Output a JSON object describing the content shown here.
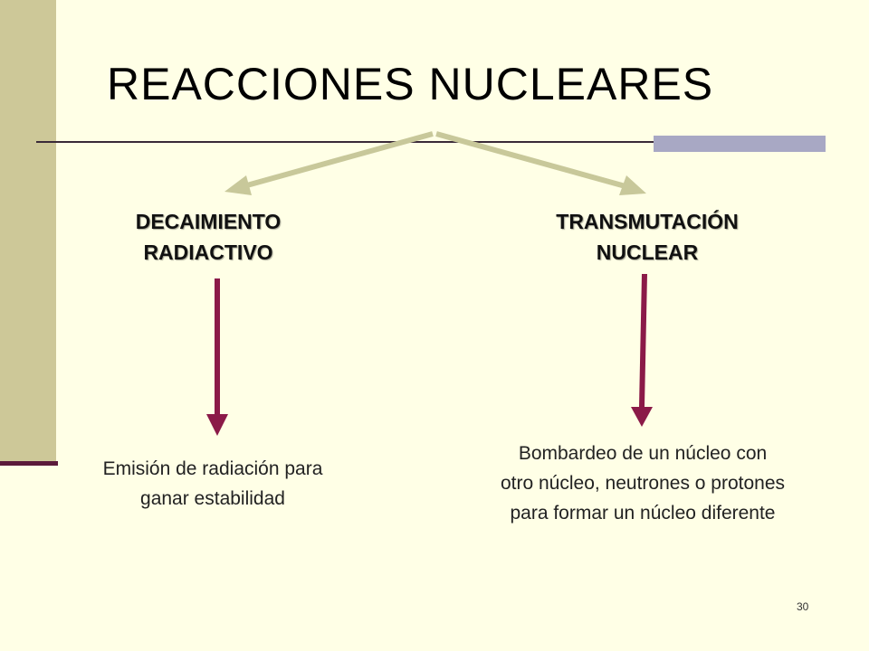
{
  "slide": {
    "title": "REACCIONES NUCLEARES",
    "page_number": "30"
  },
  "branches": [
    {
      "heading_line1": "DECAIMIENTO",
      "heading_line2": "RADIACTIVO",
      "description_line1": "Emisión de radiación para",
      "description_line2": "ganar estabilidad"
    },
    {
      "heading_line1": "TRANSMUTACIÓN",
      "heading_line2": "NUCLEAR",
      "description_line1": "Bombardeo de un núcleo con",
      "description_line2": "otro núcleo, neutrones o protones",
      "description_line3": "para formar un núcleo diferente"
    }
  ],
  "colors": {
    "background": "#ffffe6",
    "sidebar": "#cdc898",
    "branch_arrow": "#c8c89a",
    "down_arrow": "#8b1a48"
  }
}
